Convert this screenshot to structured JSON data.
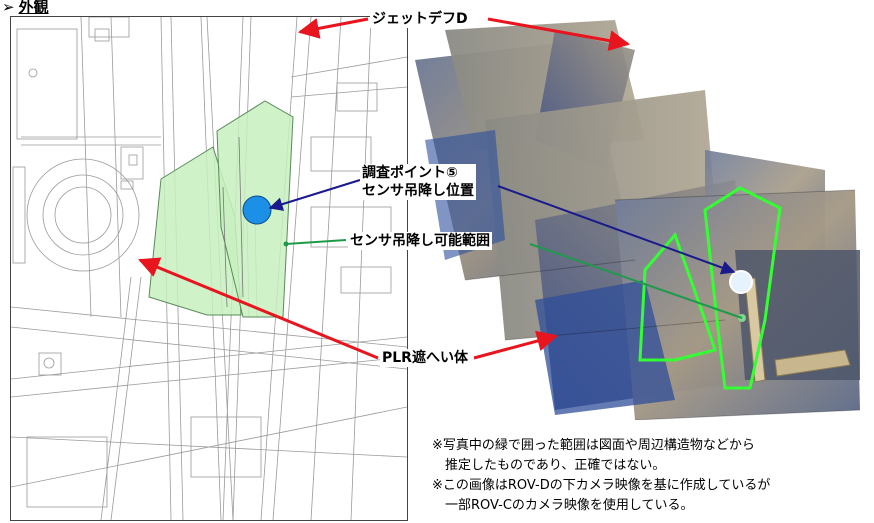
{
  "heading": {
    "marker": "➢",
    "title": "外観"
  },
  "callouts": {
    "jet_deflector": "ジェットデフD",
    "survey_point_line1": "調査ポイント⑤",
    "survey_point_line2": "センサ吊降し位置",
    "possible_range": "センサ吊降し可能範囲",
    "plr_shield": "PLR遮へい体"
  },
  "notes": [
    "※写真中の緑で囲った範囲は図面や周辺構造物などから",
    "　推定したものであり、正確ではない。",
    "※この画像はROV-Dの下カメラ映像を基に作成しているが",
    "　一部ROV-Cのカメラ映像を使用している。"
  ],
  "colors": {
    "red_arrow": "#e8141e",
    "navy_arrow": "#1a1a8c",
    "green_arrow": "#1f9a4a",
    "range_fill": "#c8f0bf",
    "range_outline_photo": "#33ff33",
    "sensor_point": "#1c8fe6"
  }
}
